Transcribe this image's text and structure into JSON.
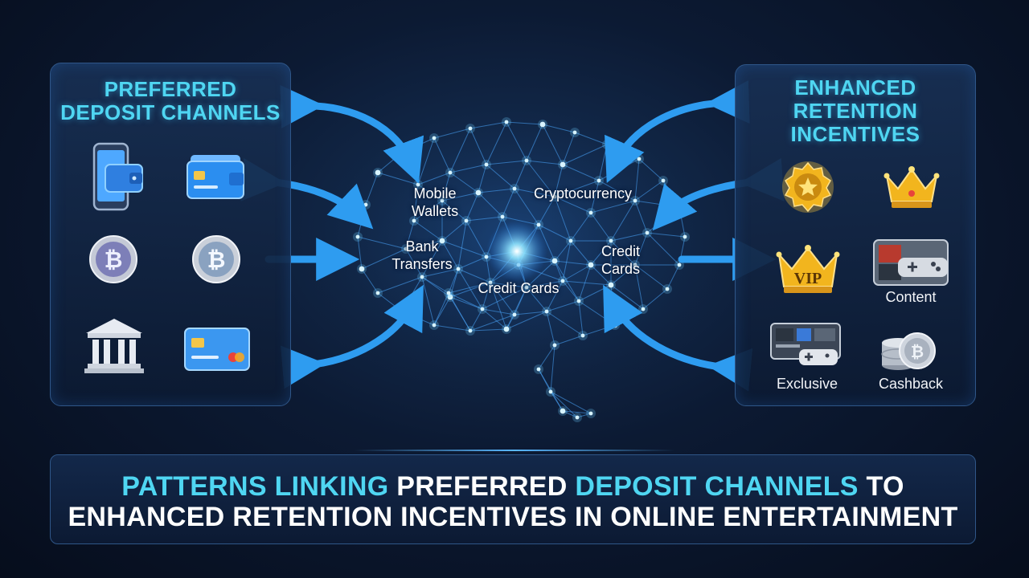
{
  "left_panel": {
    "title_line1": "PREFERRED",
    "title_line2": "DEPOSIT CHANNELS",
    "icons": [
      "wallet-phone-icon",
      "card-wallet-icon",
      "bitcoin-coin-icon",
      "bitcoin-coin-icon",
      "bank-icon",
      "credit-card-icon"
    ]
  },
  "right_panel": {
    "title_line1": "ENHANCED",
    "title_line2": "RETENTION",
    "title_line3": "INCENTIVES",
    "rewards": {
      "content_label": "Content",
      "exclusive_label": "Exclusive",
      "cashback_label": "Cashback",
      "vip_badge": "VIP"
    }
  },
  "network": {
    "mobile_wallets": "Mobile\nWallets",
    "cryptocurrency": "Cryptocurrency",
    "bank_transfers": "Bank\nTransfers",
    "credit_cards_right": "Credit\nCards",
    "credit_cards_center": "Credit Cards"
  },
  "banner": {
    "line1_part1": "PATTERNS LINKING ",
    "line1_part2": "PREFERRED ",
    "line1_part3": "DEPOSIT CHANNELS ",
    "line1_part4": "TO",
    "line2": "ENHANCED RETENTION INCENTIVES IN ONLINE ENTERTAINMENT"
  },
  "colors": {
    "accent_cyan": "#4fd6f2",
    "arrow_blue": "#2e9cf0",
    "background": "#0c1a33",
    "gold": "#f2b51e"
  }
}
